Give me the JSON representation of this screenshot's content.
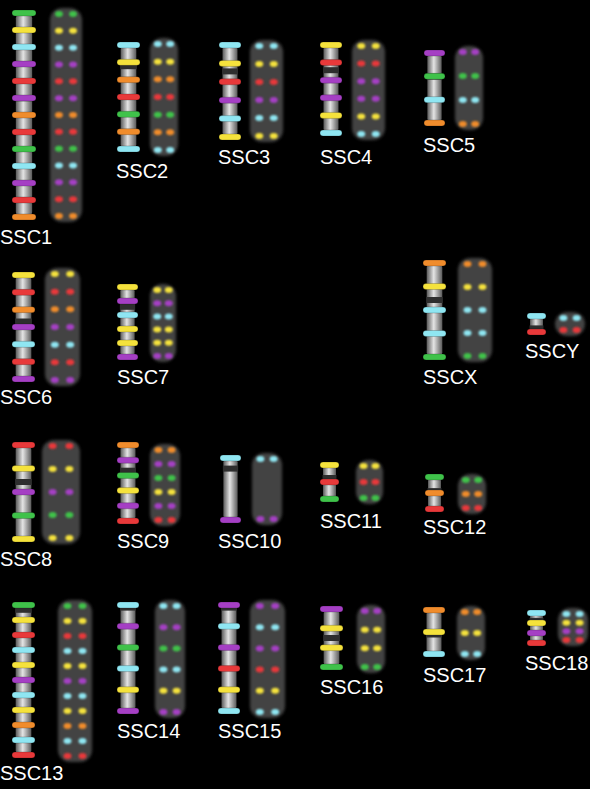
{
  "diagram": {
    "labels": [
      "SSC1",
      "SSC2",
      "SSC3",
      "SSC4",
      "SSC5",
      "SSC6",
      "SSC7",
      "SSCX",
      "SSCY",
      "SSC8",
      "SSC9",
      "SSC10",
      "SSC11",
      "SSC12",
      "SSC13",
      "SSC14",
      "SSC15",
      "SSC16",
      "SSC17",
      "SSC18"
    ]
  }
}
